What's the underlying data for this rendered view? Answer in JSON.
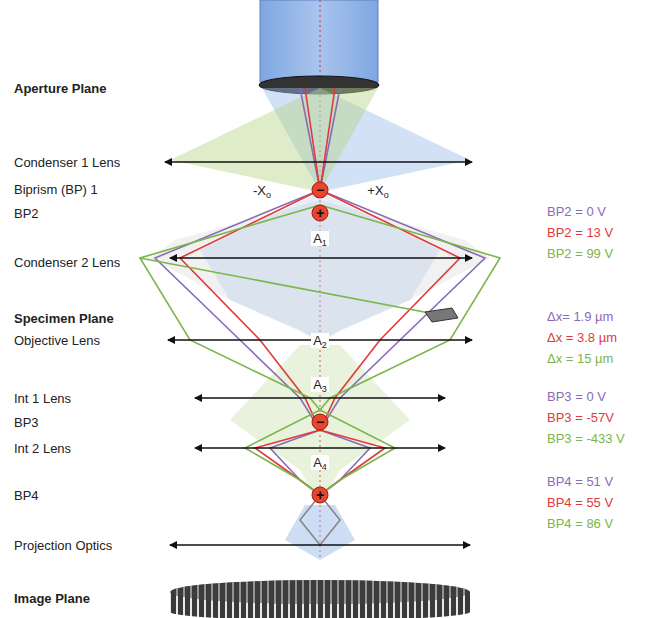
{
  "diagram": {
    "labels": [
      "Aperture Plane",
      "Condenser 1 Lens",
      "Biprism (BP) 1",
      "BP2",
      "Condenser 2 Lens",
      "Specimen Plane",
      "Objective Lens",
      "Int 1 Lens",
      "BP3",
      "Int 2 Lens",
      "BP4",
      "Projection Optics",
      "Image Plane",
      "-Xo",
      "+Xo",
      "−",
      "+",
      "−",
      "+",
      "A1",
      "A2",
      "A3",
      "A4",
      "BP2 = 0 V",
      "BP2 = 13 V",
      "BP2 = 99 V",
      "Δx= 1.9 µm",
      "Δx = 3.8 µm",
      "Δx = 15 µm",
      "BP3 = 0 V",
      "BP3 = -57V",
      "BP3 = -433 V",
      "BP4 = 51 V",
      "BP4 = 55 V",
      "BP4 = 86 V"
    ]
  }
}
